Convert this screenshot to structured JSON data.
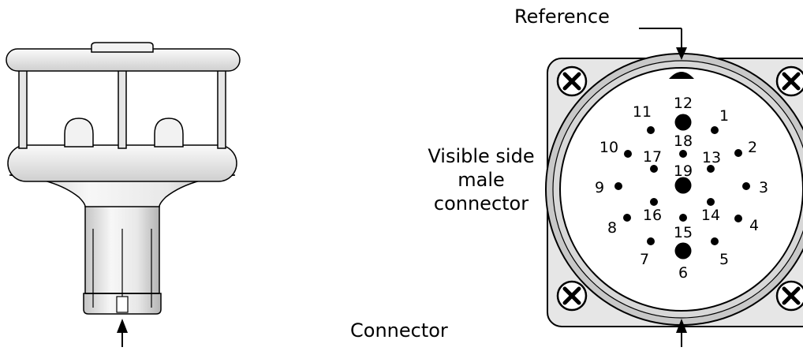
{
  "labels": {
    "reference": "Reference",
    "visible_side": "Visible side male connector",
    "connector": "Connector"
  },
  "pins": [
    {
      "number": "1",
      "size": "small"
    },
    {
      "number": "2",
      "size": "small"
    },
    {
      "number": "3",
      "size": "small"
    },
    {
      "number": "4",
      "size": "small"
    },
    {
      "number": "5",
      "size": "small"
    },
    {
      "number": "6",
      "size": "large"
    },
    {
      "number": "7",
      "size": "small"
    },
    {
      "number": "8",
      "size": "small"
    },
    {
      "number": "9",
      "size": "small"
    },
    {
      "number": "10",
      "size": "small"
    },
    {
      "number": "11",
      "size": "small"
    },
    {
      "number": "12",
      "size": "large"
    },
    {
      "number": "13",
      "size": "small"
    },
    {
      "number": "14",
      "size": "small"
    },
    {
      "number": "15",
      "size": "small"
    },
    {
      "number": "16",
      "size": "small"
    },
    {
      "number": "17",
      "size": "small"
    },
    {
      "number": "18",
      "size": "small"
    },
    {
      "number": "19",
      "size": "large"
    }
  ],
  "colors": {
    "line": "#000000",
    "plate_fill": "#e6e6e6",
    "ring_fill": "#cfcfcf",
    "face_fill": "#ffffff",
    "sensor_fill": "#f2f2f2",
    "sensor_shade": "#bdbdbd"
  }
}
